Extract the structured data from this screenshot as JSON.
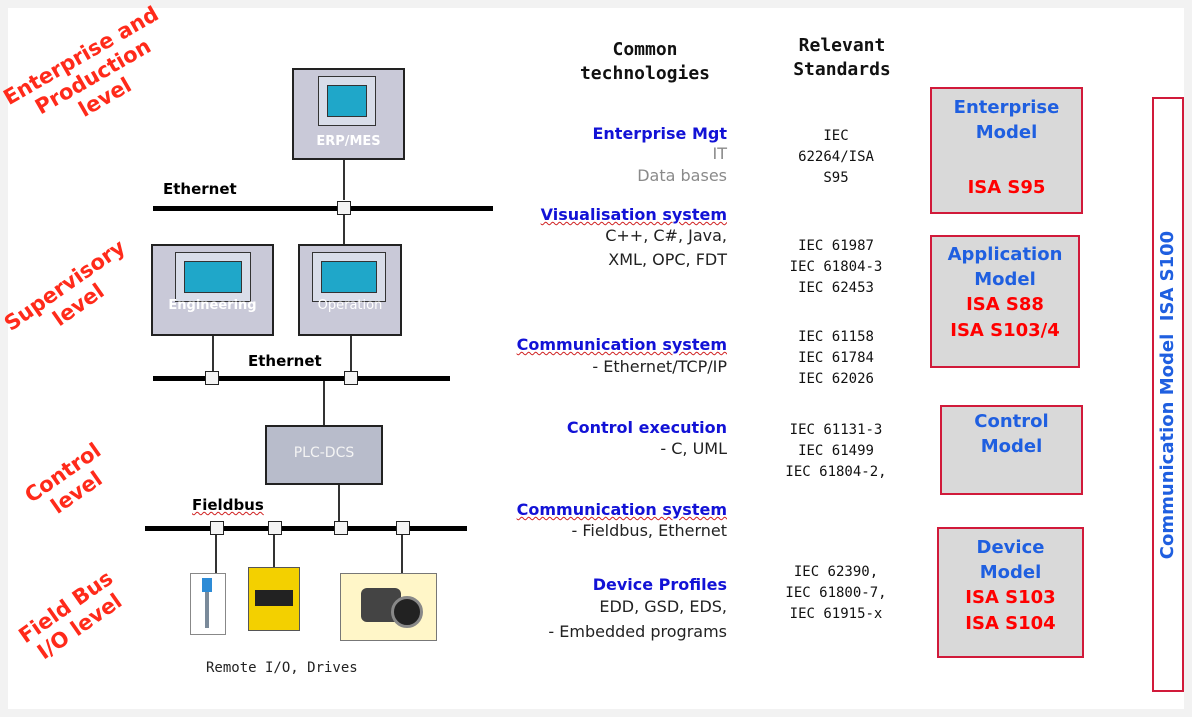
{
  "levels": {
    "enterprise": "Enterprise and\nProduction\nlevel",
    "supervisory": "Supervisory\nlevel",
    "control": "Control\nlevel",
    "fieldbus": "Field Bus\nI/O level"
  },
  "buses": {
    "ethernet_top": "Ethernet",
    "ethernet_mid": "Ethernet",
    "fieldbus": "Fieldbus"
  },
  "stations": {
    "erp": "ERP/MES",
    "engineering": "Engineering",
    "operation": "Operation",
    "plc": "PLC-DCS"
  },
  "devices_caption": "Remote I/O, Drives",
  "headers": {
    "technologies": "Common\ntechnologies",
    "standards": "Relevant\nStandards"
  },
  "technologies": [
    {
      "title": "Enterprise Mgt",
      "lines": [
        "IT",
        "Data bases"
      ]
    },
    {
      "title": "Visualisation system",
      "lines": [
        "C++, C#, Java,",
        "XML, OPC, FDT"
      ]
    },
    {
      "title": "Communication system",
      "lines": [
        "- Ethernet/TCP/IP"
      ]
    },
    {
      "title": "Control execution",
      "lines": [
        "-  C, UML"
      ]
    },
    {
      "title": "Communication system",
      "lines": [
        "- Fieldbus, Ethernet"
      ]
    },
    {
      "title": "Device Profiles",
      "lines": [
        "EDD, GSD, EDS,",
        "- Embedded programs"
      ]
    }
  ],
  "standards": [
    "IEC\n62264/ISA\nS95",
    "IEC 61987\nIEC 61804-3\nIEC 62453",
    "IEC 61158\nIEC 61784\nIEC 62026",
    "IEC 61131-3\nIEC 61499\nIEC 61804-2,",
    "IEC 62390,\nIEC 61800-7,\nIEC 61915-x"
  ],
  "models": {
    "enterprise": {
      "name": "Enterprise\nModel",
      "std": "ISA S95"
    },
    "application": {
      "name": "Application\nModel",
      "std": "ISA S88\nISA S103/4"
    },
    "control": {
      "name": "Control\nModel",
      "std": ""
    },
    "device": {
      "name": "Device\nModel",
      "std": "ISA S103\nISA S104"
    },
    "communication": "Communication Model  ISA S100"
  },
  "colors": {
    "level_red": "#ff2a1a",
    "tech_blue": "#1212d6",
    "model_blue": "#1f5fe0",
    "model_red": "#ff0000",
    "model_border": "#d11a3a",
    "model_fill": "#d9d9d9"
  }
}
